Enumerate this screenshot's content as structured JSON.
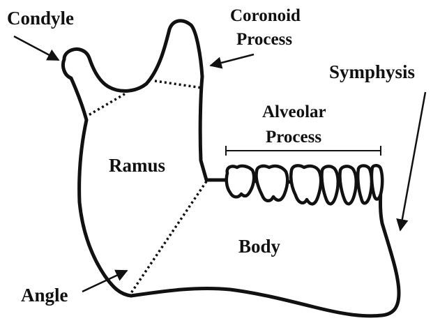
{
  "diagram": {
    "labels": {
      "condyle": "Condyle",
      "coronoid_line1": "Coronoid",
      "coronoid_line2": "Process",
      "symphysis": "Symphysis",
      "alveolar_line1": "Alveolar",
      "alveolar_line2": "Process",
      "ramus": "Ramus",
      "body": "Body",
      "angle": "Angle"
    },
    "colors": {
      "ink": "#111111",
      "background": "#ffffff"
    }
  }
}
